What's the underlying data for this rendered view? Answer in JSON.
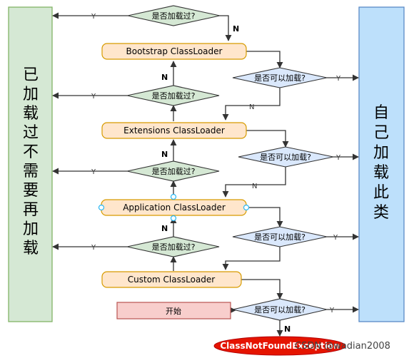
{
  "left_panel": {
    "chars": [
      "已",
      "加",
      "载",
      "过",
      "不",
      "需",
      "要",
      "再",
      "加",
      "载"
    ]
  },
  "right_panel": {
    "chars": [
      "自",
      "己",
      "加",
      "载",
      "此",
      "类"
    ]
  },
  "loaders": [
    {
      "label": "Bootstrap ClassLoader"
    },
    {
      "label": "Extensions ClassLoader"
    },
    {
      "label": "Application ClassLoader"
    },
    {
      "label": "Custom ClassLoader"
    }
  ],
  "start": {
    "label": "开始"
  },
  "decisions": {
    "loaded": "是否加载过?",
    "can_load": "是否可以加载?"
  },
  "edges": {
    "yes": "Y",
    "no": "N"
  },
  "exception": {
    "label": "ClassNotFoundException"
  },
  "watermark": {
    "text": "CSDN @wadian2008"
  },
  "colors": {
    "left_fill": "#d5e8d4",
    "left_stroke": "#82b366",
    "right_fill": "#bde0fb",
    "right_stroke": "#5a8ac6",
    "loader_fill": "#ffe6cc",
    "loader_stroke": "#d79b00",
    "decision_loaded": "#d5e8d4",
    "decision_can_load": "#dae8fc",
    "start_fill": "#f8cecc",
    "start_stroke": "#b85450",
    "exception_fill": "#e51400"
  }
}
